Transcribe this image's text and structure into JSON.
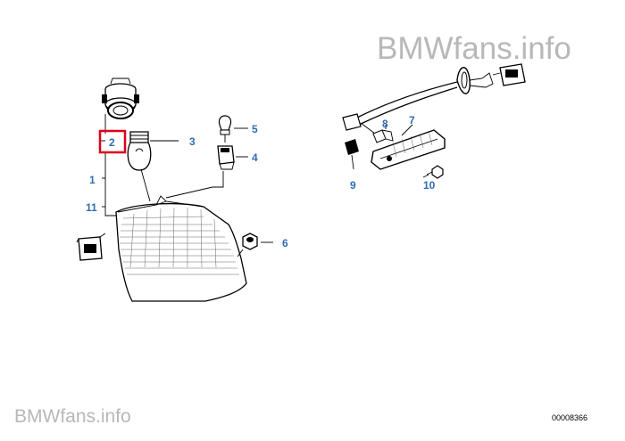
{
  "watermark_top": "BMWfans.info",
  "watermark_bottom": "BMWfans.info",
  "diagram_number": "00008366",
  "callouts": [
    {
      "id": "1",
      "label": "1"
    },
    {
      "id": "2",
      "label": "2"
    },
    {
      "id": "3",
      "label": "3"
    },
    {
      "id": "4",
      "label": "4"
    },
    {
      "id": "5",
      "label": "5"
    },
    {
      "id": "6",
      "label": "6"
    },
    {
      "id": "7",
      "label": "7"
    },
    {
      "id": "8",
      "label": "8"
    },
    {
      "id": "9",
      "label": "9"
    },
    {
      "id": "10",
      "label": "10"
    },
    {
      "id": "11",
      "label": "11"
    }
  ],
  "colors": {
    "callout_text": "#2e6db4",
    "highlight_box": "#e0001b",
    "watermark": "#b8b8b8",
    "line_art": "#000000"
  }
}
